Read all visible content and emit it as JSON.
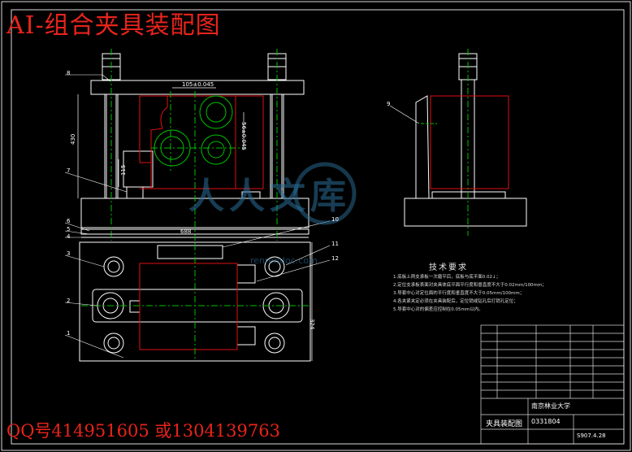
{
  "drawing": {
    "title": "AI-组合夹具装配图",
    "contact": "QQ号414951605 或1304139763",
    "watermark_text": "人人文库",
    "watermark_url": "renrendoc.com"
  },
  "part_labels": [
    "8",
    "7",
    "6",
    "5",
    "4",
    "3",
    "2",
    "1",
    "9",
    "10",
    "11",
    "12"
  ],
  "dimensions": {
    "top_width": "105±0.045",
    "right_height": "56±0.045",
    "left_height": "430",
    "small_height": "115",
    "base_width": "688",
    "base_height": "324"
  },
  "tech_requirements": {
    "title": "技术要求",
    "items": [
      "1.底板上两支承板一次磨平后，底板与底平面0.02↓；",
      "2.定位支承板表面对夹具体底平面平行度和垂直度不大于0.02mm/100mm；",
      "3.导套中心对定位面的平行度和垂直度不大于0.05mm/100mm；",
      "4.各夹紧夹定必须在夹具装配后，定位销或钻孔后打销孔定位；",
      "5.导套中心对的偏差应控制在0.05mm以内。"
    ]
  },
  "title_block": {
    "school": "南京林业大学",
    "drawing_name": "夹具装配图",
    "code": "0331804",
    "sheet": "S907.4.28"
  },
  "colors": {
    "background": "#000000",
    "outline": "#ffffff",
    "centerline": "#00c000",
    "hidden": "#e01010",
    "red_text": "#e8241b",
    "watermark": "#2b6f9a"
  }
}
